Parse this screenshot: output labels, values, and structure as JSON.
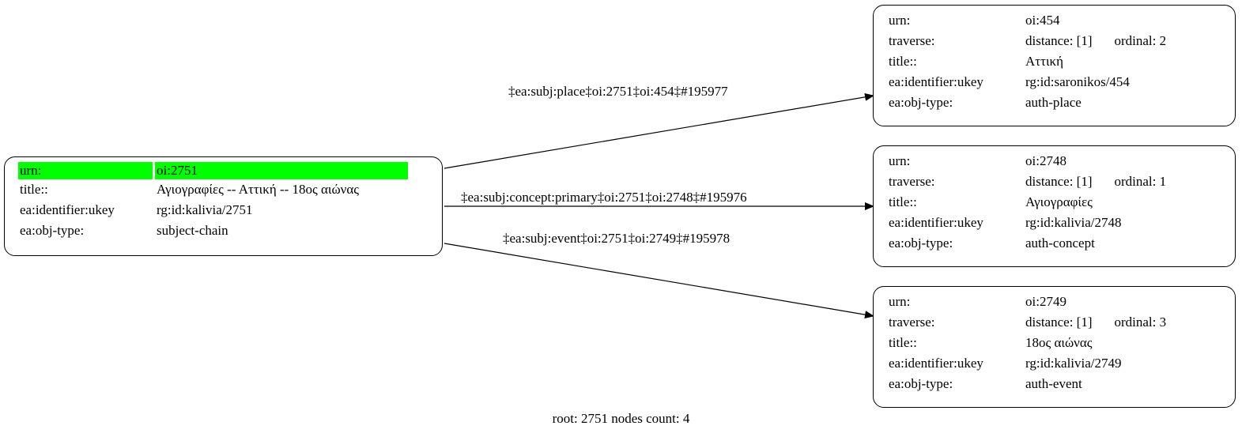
{
  "root_node": {
    "rows": [
      {
        "k": "urn:",
        "v": "oi:2751"
      },
      {
        "k": "title::",
        "v": "Αγιογραφίες -- Αττική -- 18ος αιώνας"
      },
      {
        "k": "ea:identifier:ukey",
        "v": "rg:id:kalivia/2751"
      },
      {
        "k": "ea:obj-type:",
        "v": "subject-chain"
      }
    ],
    "highlight_color": "#00ff00"
  },
  "target_nodes": [
    {
      "urn_k": "urn:",
      "urn_v": "oi:454",
      "traverse_k": "traverse:",
      "distance": "distance: [1]",
      "ordinal": "ordinal: 2",
      "title_k": "title::",
      "title_v": "Αττική",
      "ukey_k": "ea:identifier:ukey",
      "ukey_v": "rg:id:saronikos/454",
      "type_k": "ea:obj-type:",
      "type_v": "auth-place"
    },
    {
      "urn_k": "urn:",
      "urn_v": "oi:2748",
      "traverse_k": "traverse:",
      "distance": "distance: [1]",
      "ordinal": "ordinal: 1",
      "title_k": "title::",
      "title_v": "Αγιογραφίες",
      "ukey_k": "ea:identifier:ukey",
      "ukey_v": "rg:id:kalivia/2748",
      "type_k": "ea:obj-type:",
      "type_v": "auth-concept"
    },
    {
      "urn_k": "urn:",
      "urn_v": "oi:2749",
      "traverse_k": "traverse:",
      "distance": "distance: [1]",
      "ordinal": "ordinal: 3",
      "title_k": "title::",
      "title_v": "18ος αιώνας",
      "ukey_k": "ea:identifier:ukey",
      "ukey_v": "rg:id:kalivia/2749",
      "type_k": "ea:obj-type:",
      "type_v": "auth-event"
    }
  ],
  "edges": [
    {
      "label": "‡ea:subj:place‡oi:2751‡oi:454‡#195977"
    },
    {
      "label": "‡ea:subj:concept:primary‡oi:2751‡oi:2748‡#195976"
    },
    {
      "label": "‡ea:subj:event‡oi:2751‡oi:2749‡#195978"
    }
  ],
  "footer": "root: 2751 nodes count: 4"
}
